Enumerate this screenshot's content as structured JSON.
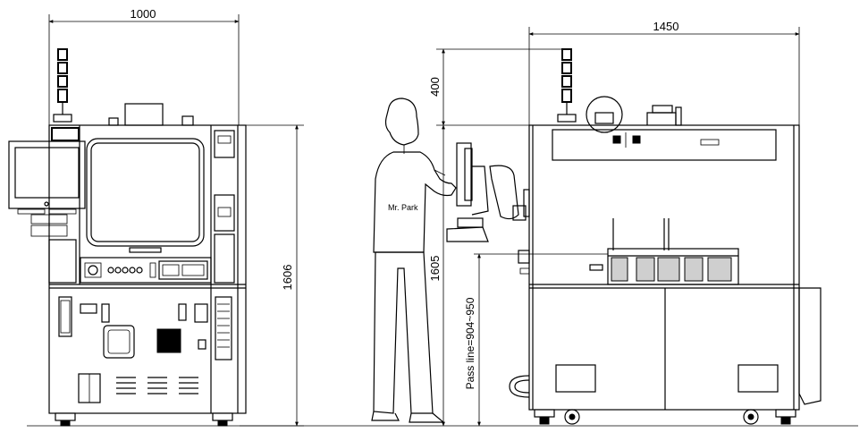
{
  "dimensions": {
    "front_width": "1000",
    "side_width": "1450",
    "front_height": "1606",
    "side_height": "1605",
    "tower_height": "400",
    "pass_line": "Pass line=904~950"
  },
  "labels": {
    "person": "Mr. Park"
  }
}
